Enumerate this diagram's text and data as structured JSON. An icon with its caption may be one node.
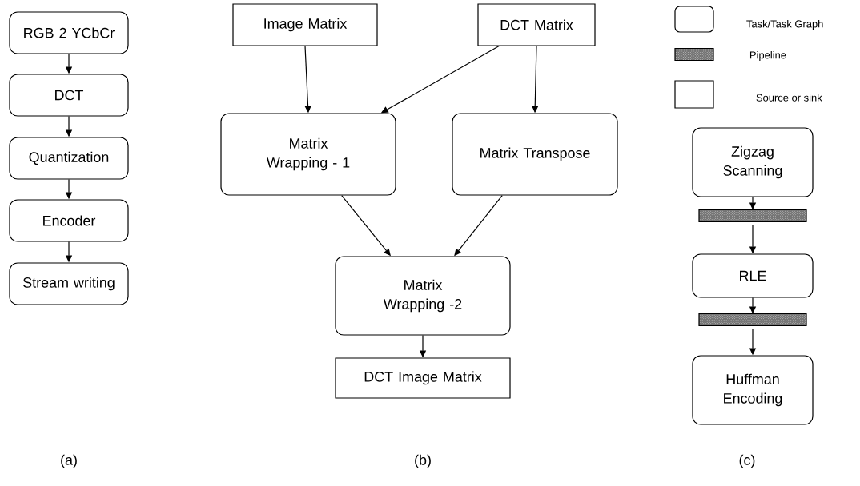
{
  "diagram": {
    "nodes": [
      {
        "text": [
          "RGB 2 YCbCr"
        ]
      },
      {
        "text": [
          "DCT"
        ]
      },
      {
        "text": [
          "Quantization"
        ]
      },
      {
        "text": [
          "Encoder"
        ]
      },
      {
        "text": [
          "Stream writing"
        ]
      },
      {
        "text": [
          "Image Matrix"
        ]
      },
      {
        "text": [
          "DCT Matrix"
        ]
      },
      {
        "text": [
          "Matrix Wrapping - 1"
        ]
      },
      {
        "text": [
          "Matrix Transpose"
        ]
      },
      {
        "text": [
          "Matrix Wrapping -2"
        ]
      },
      {
        "text": [
          "DCT Image Matrix"
        ]
      },
      {
        "text": [
          "Zigzag Scanning"
        ]
      },
      {
        "text": [],
        "shape": "bar"
      },
      {
        "text": [
          "RLE"
        ]
      },
      {
        "text": [],
        "shape": "bar"
      },
      {
        "text": [
          "Huffman Encoding"
        ]
      }
    ],
    "edges": [
      {
        "from": 0,
        "to": 1,
        "arrow": "to"
      },
      {
        "from": 1,
        "to": 2,
        "arrow": "to"
      },
      {
        "from": 2,
        "to": 3,
        "arrow": "to"
      },
      {
        "from": 3,
        "to": 4,
        "arrow": "to"
      },
      {
        "from": 5,
        "to": 7,
        "arrow": "to"
      },
      {
        "from": 6,
        "to": 7,
        "arrow": "to"
      },
      {
        "from": 6,
        "to": 8,
        "arrow": "to"
      },
      {
        "from": 7,
        "to": 9,
        "arrow": "to"
      },
      {
        "from": 8,
        "to": 9,
        "arrow": "to"
      },
      {
        "from": 9,
        "to": 10,
        "arrow": "to"
      },
      {
        "from": 11,
        "to": 12,
        "arrow": "to"
      },
      {
        "from": 12,
        "to": 13,
        "arrow": "to"
      },
      {
        "from": 13,
        "to": 14,
        "arrow": "to"
      },
      {
        "from": 14,
        "to": 15,
        "arrow": "to"
      }
    ],
    "labels": [
      "(a)",
      "(b)",
      "(c)"
    ],
    "legend": [
      {
        "text": "Task/Task Graph"
      },
      {
        "text": "Pipeline"
      },
      {
        "text": "Source or sink"
      }
    ]
  }
}
